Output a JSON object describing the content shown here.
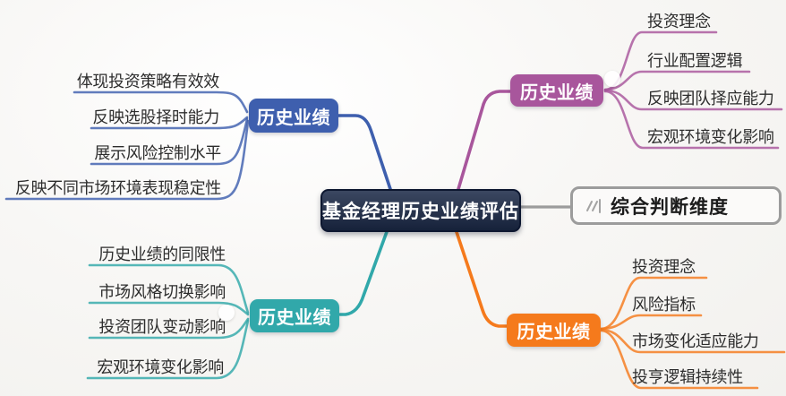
{
  "center": {
    "label": "基金经理历史业绩评估",
    "bg": "#1b2947"
  },
  "branches": [
    {
      "id": "top-left",
      "label": "历史业绩",
      "color": "#3e5fae",
      "side": "left",
      "leaves": [
        "体现投资策略有效效",
        "反映选股择时能力",
        "展示风险控制水平",
        "反映不同市场环境表现稳定性"
      ]
    },
    {
      "id": "top-right",
      "label": "历史业绩",
      "color": "#a8569c",
      "side": "right",
      "leaves": [
        "投资理念",
        "行业配置逻辑",
        "反映团队择应能力",
        "宏观环境变化影响"
      ]
    },
    {
      "id": "bottom-left",
      "label": "历史业绩",
      "color": "#31a8aa",
      "side": "left",
      "leaves": [
        "历史业绩的同限性",
        "市场风格切换影响",
        "投资团队变动影响",
        "宏观环境变化影响"
      ]
    },
    {
      "id": "bottom-right",
      "label": "历史业绩",
      "color": "#f57a1c",
      "side": "right",
      "leaves": [
        "投资理念",
        "风险指标",
        "市场变化适应能力",
        "投亨逻辑持续性"
      ]
    }
  ],
  "side_node": {
    "label": "综合判断维度",
    "icon": "skip-end-icon",
    "border_color": "#9c9c9c",
    "icon_color": "#a3a3a3"
  },
  "colors": {
    "background": "#f5f4f2",
    "gray_connector": "#9c9c9c",
    "leaf_text": "#2d2d2d"
  }
}
